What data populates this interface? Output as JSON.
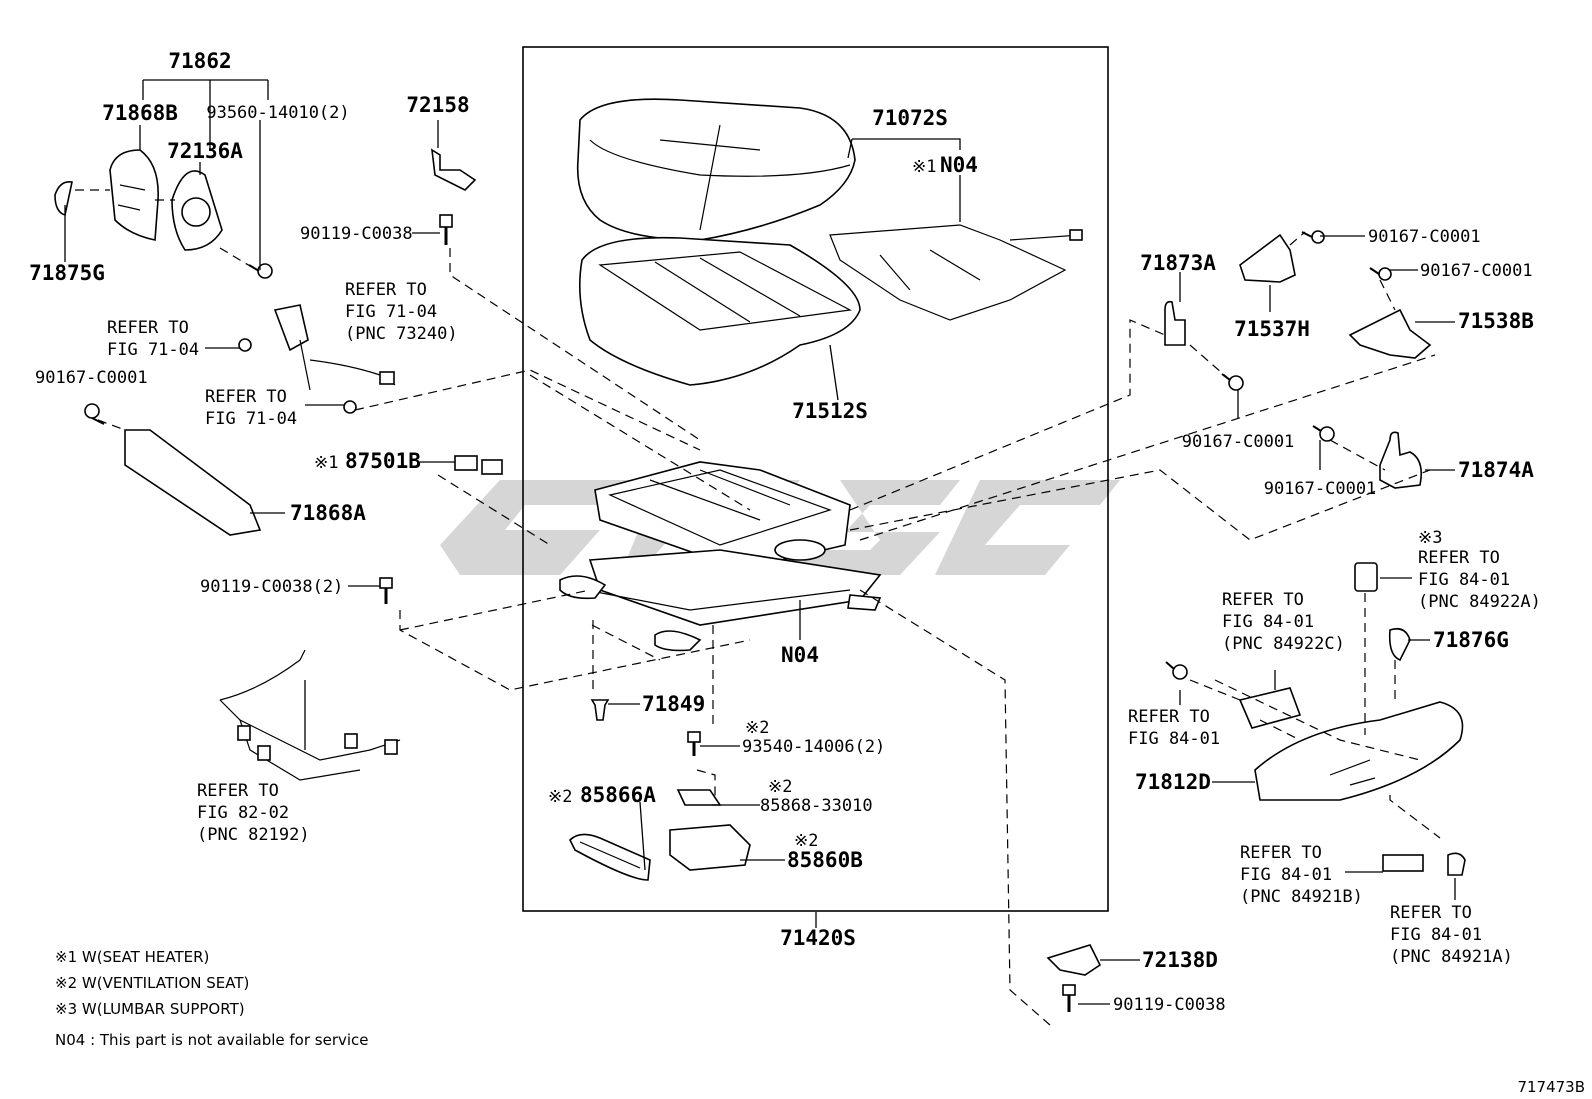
{
  "parts": {
    "p71862": "71862",
    "p71868B": "71868B",
    "p93560": "93560-14010(2)",
    "p72136A": "72136A",
    "p71875G": "71875G",
    "p72158": "72158",
    "p90119a": "90119-C0038",
    "p71072S": "71072S",
    "p_n04_heater_mark": "※1",
    "p_n04_heater": "N04",
    "p71512S": "71512S",
    "p71873A": "71873A",
    "p90167a": "90167-C0001",
    "p90167b": "90167-C0001",
    "p71537H": "71537H",
    "p71538B": "71538B",
    "p90167c": "90167-C0001",
    "p90167d": "90167-C0001",
    "p71874A": "71874A",
    "p90167e": "90167-C0001",
    "p87501B_mark": "※1",
    "p87501B": "87501B",
    "p71868A": "71868A",
    "p90119b": "90119-C0038(2)",
    "p_n04_frame": "N04",
    "p71849": "71849",
    "p93540_mark": "※2",
    "p93540": "93540-14006(2)",
    "p85868_mark": "※2",
    "p85868": "85868-33010",
    "p85866A_mark": "※2",
    "p85866A": "85866A",
    "p85860B_mark": "※2",
    "p85860B": "85860B",
    "p71420S": "71420S",
    "p71876G": "71876G",
    "p71812D": "71812D",
    "p72138D": "72138D",
    "p90119c": "90119-C0038"
  },
  "refs": {
    "r1": [
      "REFER TO",
      "FIG 71-04",
      "(PNC 73240)"
    ],
    "r2": [
      "REFER TO",
      "FIG 71-04"
    ],
    "r3": [
      "REFER TO",
      "FIG 71-04"
    ],
    "r4": [
      "REFER TO",
      "FIG 82-02",
      "(PNC 82192)"
    ],
    "r5_mark": "※3",
    "r5": [
      "REFER TO",
      "FIG 84-01",
      "(PNC 84922A)"
    ],
    "r6": [
      "REFER TO",
      "FIG 84-01",
      "(PNC 84922C)"
    ],
    "r7": [
      "REFER TO",
      "FIG 84-01"
    ],
    "r8": [
      "REFER TO",
      "FIG 84-01",
      "(PNC 84921B)"
    ],
    "r9": [
      "REFER TO",
      "FIG 84-01",
      "(PNC 84921A)"
    ]
  },
  "notes": [
    "※1  W(SEAT  HEATER)",
    "※2  W(VENTILATION  SEAT)",
    "※3  W(LUMBAR SUPPORT)",
    "N04 : This part is not available for service"
  ],
  "diagram_id": "717473B"
}
